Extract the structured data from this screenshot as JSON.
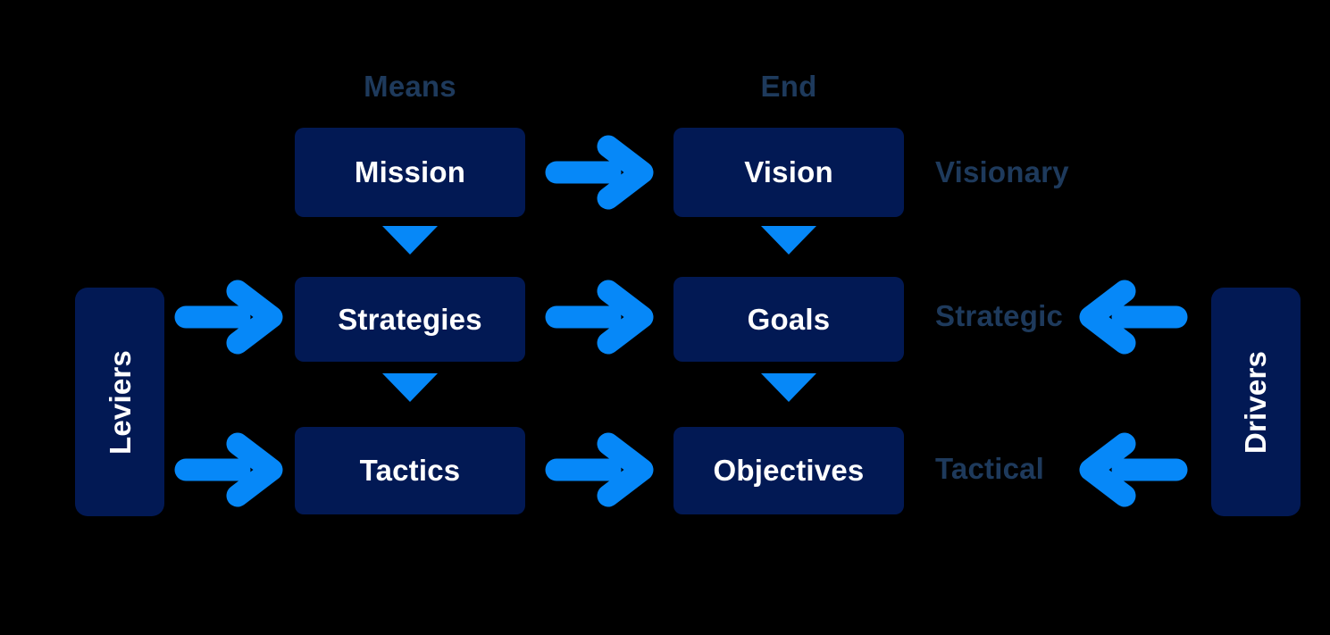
{
  "diagram": {
    "title_left": "Means",
    "title_right": "End",
    "colors": {
      "background": "#000000",
      "node_fill": "#021954",
      "node_text": "#ffffff",
      "arrow": "#0688f8",
      "label_text": "#1e3a5c"
    }
  },
  "headers": [
    {
      "label": "Means"
    },
    {
      "label": "End"
    }
  ],
  "side_boxes": {
    "left": {
      "label": "Leviers"
    },
    "right": {
      "label": "Drivers"
    }
  },
  "rows": [
    {
      "means": "Mission",
      "end": "Vision",
      "tier": "Visionary"
    },
    {
      "means": "Strategies",
      "end": "Goals",
      "tier": "Strategic"
    },
    {
      "means": "Tactics",
      "end": "Objectives",
      "tier": "Tactical"
    }
  ]
}
